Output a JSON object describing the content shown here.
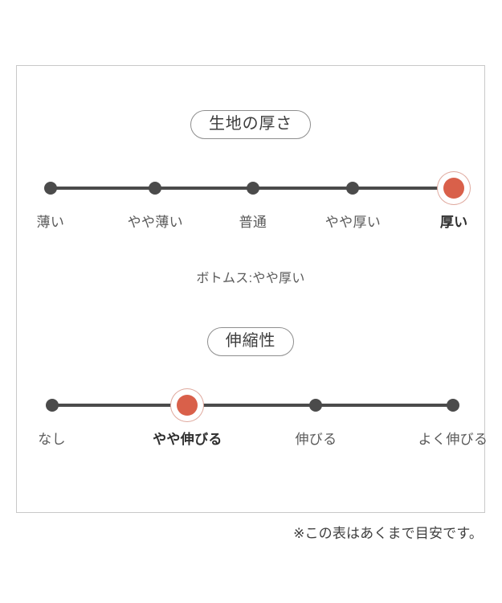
{
  "panel": {
    "sections": [
      {
        "id": "fabric-thickness",
        "heading": "生地の厚さ",
        "selected_index": 4,
        "points": [
          {
            "label": "薄い",
            "x_pct": 7.2
          },
          {
            "label": "やや薄い",
            "x_pct": 29.6
          },
          {
            "label": "普通",
            "x_pct": 50.5
          },
          {
            "label": "やや厚い",
            "x_pct": 71.9
          },
          {
            "label": "厚い",
            "x_pct": 93.5
          }
        ],
        "subcaption": "ボトムス:やや厚い"
      },
      {
        "id": "stretchiness",
        "heading": "伸縮性",
        "selected_index": 1,
        "points": [
          {
            "label": "なし",
            "x_pct": 7.5
          },
          {
            "label": "やや伸びる",
            "x_pct": 36.5
          },
          {
            "label": "伸びる",
            "x_pct": 64.0
          },
          {
            "label": "よく伸びる",
            "x_pct": 93.3
          }
        ],
        "subcaption": null
      }
    ]
  },
  "footnote": "※この表はあくまで目安です。",
  "colors": {
    "selected_marker": "#d9604a",
    "selected_ring": "#dfa89d",
    "track": "#4b4b4b",
    "node": "#4b4b4b",
    "panel_border": "#c9c9c9",
    "pill_border": "#8e8e8e",
    "label_text": "#5a5a5a",
    "label_selected_text": "#303030"
  }
}
